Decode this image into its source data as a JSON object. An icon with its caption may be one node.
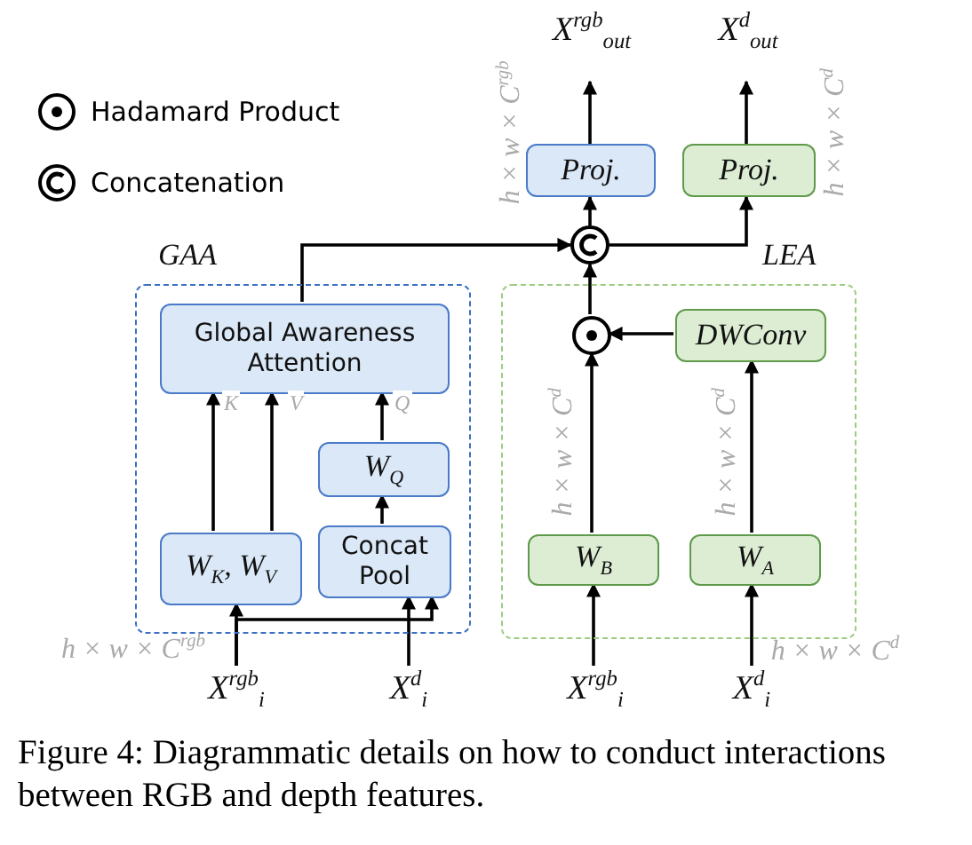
{
  "diagram": {
    "caption": "Figure 4: Diagrammatic details on how to conduct interactions between RGB and depth features.",
    "nodes": [
      {
        "text": [
          "GAA"
        ]
      },
      {
        "text": [
          "Global Awareness Attention"
        ],
        "in": 0
      },
      {
        "text": [
          "W$_{Q}$"
        ],
        "in": 0
      },
      {
        "text": [
          "W$_{K}$, W$_{V}$"
        ],
        "in": 0
      },
      {
        "text": [
          "Concat Pool"
        ],
        "in": 0
      },
      {
        "text": [
          "LEA"
        ]
      },
      {
        "text": [],
        "shape": "circle",
        "in": 5
      },
      {
        "text": [],
        "shape": "circle"
      },
      {
        "text": [
          "DWConv"
        ],
        "in": 5
      },
      {
        "text": [
          "W$_{B}$"
        ],
        "in": 5
      },
      {
        "text": [
          "W$_{A}$"
        ],
        "in": 5
      },
      {
        "text": [
          "Proj."
        ]
      },
      {
        "text": [
          "Proj."
        ]
      },
      {
        "text": [
          "X$^{rgb}$$_{out}$"
        ]
      },
      {
        "text": [
          "X$^{d}$$_{out}$"
        ]
      },
      {
        "text": [
          "X$^{rgb}$$_{i}$"
        ]
      },
      {
        "text": [
          "X$^{d}$$_{i}$"
        ]
      },
      {
        "text": [
          "X$^{rgb}$$_{i}$"
        ]
      },
      {
        "text": [
          "X$^{d}$$_{i}$"
        ]
      }
    ],
    "edges": [
      {
        "from": 15,
        "to": 3,
        "arrow": "to"
      },
      {
        "from": 15,
        "to": 4,
        "arrow": "to"
      },
      {
        "from": 16,
        "to": 4,
        "arrow": "to"
      },
      {
        "from": 3,
        "to": 1,
        "arrow": "to",
        "label": "K"
      },
      {
        "from": 3,
        "to": 1,
        "arrow": "to",
        "label": "V"
      },
      {
        "from": 4,
        "to": 2,
        "arrow": "to"
      },
      {
        "from": 2,
        "to": 1,
        "arrow": "to",
        "label": "Q"
      },
      {
        "from": 1,
        "to": 7,
        "arrow": "to"
      },
      {
        "from": 6,
        "to": 7,
        "arrow": "to"
      },
      {
        "from": 7,
        "to": 11,
        "arrow": "to"
      },
      {
        "from": 7,
        "to": 12,
        "arrow": "to"
      },
      {
        "from": 11,
        "to": 13,
        "arrow": "to"
      },
      {
        "from": 12,
        "to": 14,
        "arrow": "to"
      },
      {
        "from": 17,
        "to": 9,
        "arrow": "to"
      },
      {
        "from": 18,
        "to": 10,
        "arrow": "to"
      },
      {
        "from": 9,
        "to": 6,
        "arrow": "to"
      },
      {
        "from": 10,
        "to": 8,
        "arrow": "to"
      },
      {
        "from": 8,
        "to": 6,
        "arrow": "to"
      }
    ],
    "labels": [
      "h × w × C$^{rgb}$",
      "h × w × C$^{d}$",
      "h × w × C$^{d}$",
      "h × w × C$^{d}$",
      "h × w × C$^{rgb}$",
      "h × w × C$^{d}$"
    ],
    "legend": [
      {
        "text": "Hadamard Product"
      },
      {
        "text": "Concatenation"
      }
    ]
  }
}
